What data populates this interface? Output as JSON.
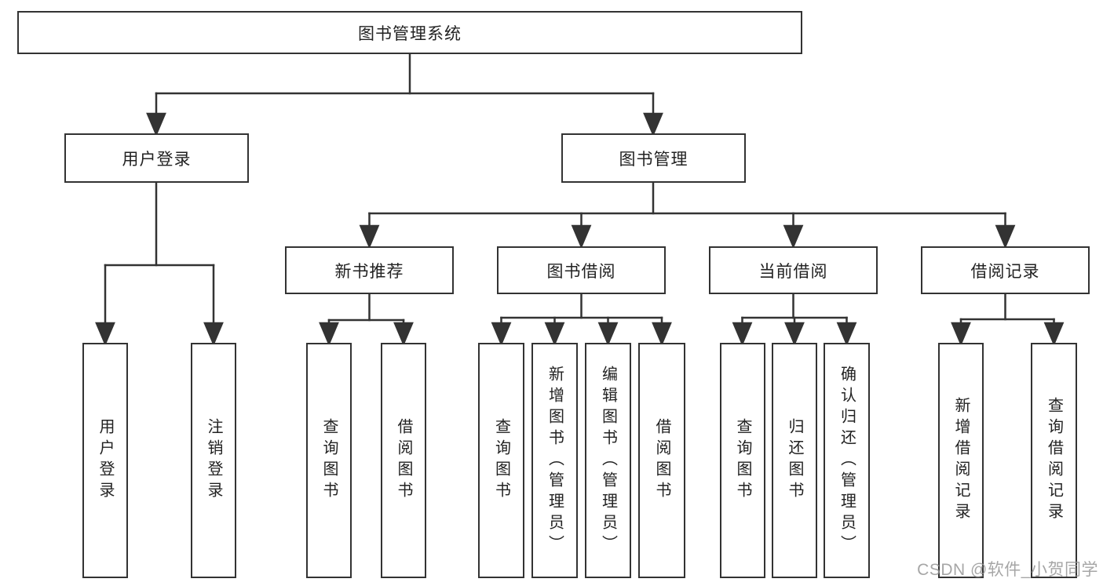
{
  "diagram": {
    "root": {
      "label": "图书管理系统"
    },
    "user_login": {
      "label": "用户登录",
      "children": [
        {
          "label": "用户登录"
        },
        {
          "label": "注销登录"
        }
      ]
    },
    "book_management": {
      "label": "图书管理",
      "children": [
        {
          "label": "新书推荐",
          "children": [
            {
              "label": "查询图书"
            },
            {
              "label": "借阅图书"
            }
          ]
        },
        {
          "label": "图书借阅",
          "children": [
            {
              "label": "查询图书"
            },
            {
              "label": "新增图书（管理员）"
            },
            {
              "label": "编辑图书（管理员）"
            },
            {
              "label": "借阅图书"
            }
          ]
        },
        {
          "label": "当前借阅",
          "children": [
            {
              "label": "查询图书"
            },
            {
              "label": "归还图书"
            },
            {
              "label": "确认归还（管理员）"
            }
          ]
        },
        {
          "label": "借阅记录",
          "children": [
            {
              "label": "新增借阅记录"
            },
            {
              "label": "查询借阅记录"
            }
          ]
        }
      ]
    },
    "watermark": "CSDN @软件_小贺同学"
  },
  "colors": {
    "line": "#333333",
    "box_border": "#333333",
    "text": "#222222",
    "background": "#ffffff",
    "watermark": "#969696"
  }
}
